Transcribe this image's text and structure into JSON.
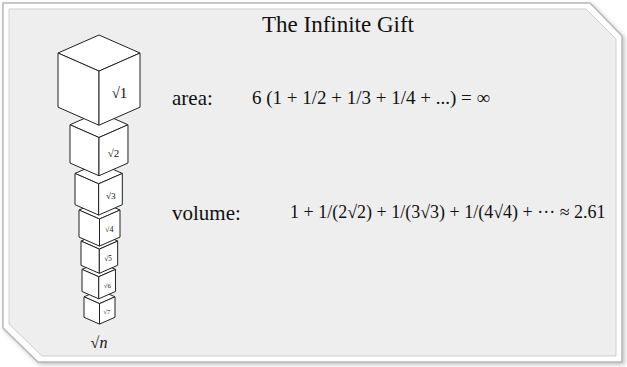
{
  "diagram": {
    "title": "The Infinite Gift",
    "nodes": [
      {
        "text": [
          "√1"
        ]
      },
      {
        "text": [
          "√2"
        ]
      },
      {
        "text": [
          "√3"
        ]
      },
      {
        "text": [
          "√4"
        ]
      },
      {
        "text": [
          "√5"
        ]
      },
      {
        "text": [
          "√6"
        ]
      },
      {
        "text": [
          "√7"
        ]
      }
    ],
    "labels": [
      "area:",
      "6 (1 + 1/2 + 1/3 + 1/4 + ...) = ∞",
      "volume:",
      "1 + 1/(2√2) + 1/(3√3) + 1/(4√4) + ··· ≈ 2.61",
      "√n"
    ]
  }
}
